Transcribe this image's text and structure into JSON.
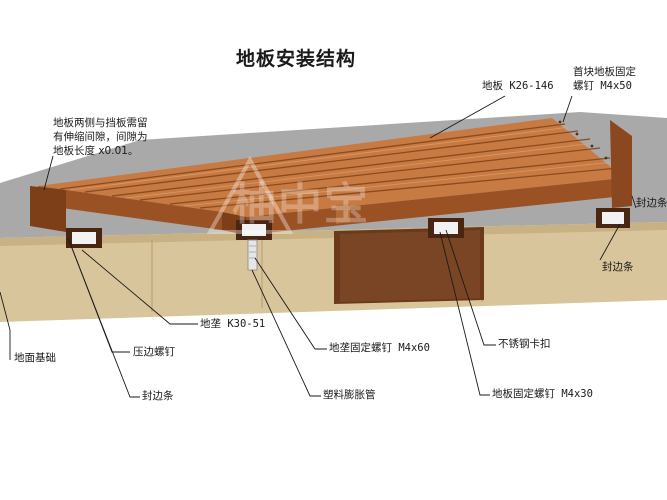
{
  "title": "地板安装结构",
  "watermark": "柚中宝",
  "note": [
    "地板两侧与挡板需留",
    "有伸缩间隙，间隙为",
    "地板长度 x0.01。"
  ],
  "labels": {
    "floor_board": "地板 K26-146",
    "first_board_screw": [
      "首块地板固定",
      "螺钉 M4x50"
    ],
    "edge_strip_right_top": "封边条",
    "edge_strip_right": "封边条",
    "joist": "地垄 K30-51",
    "ground_base": "地面基础",
    "edge_screw": "压边螺钉",
    "edge_strip_left": "封边条",
    "joist_screw": "地垄固定螺钉 M4x60",
    "expansion_tube": "塑料膨胀管",
    "clip": "不锈钢卡扣",
    "board_screw": "地板固定螺钉 M4x30"
  },
  "colors": {
    "wood": "#b4642e",
    "wood_light": "#cf8c55",
    "concrete": "#d8c49a",
    "gravel": "#a6a6a6",
    "line": "#1a1a1a"
  }
}
